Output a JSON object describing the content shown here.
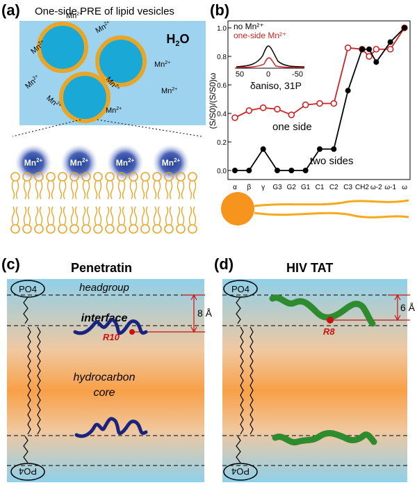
{
  "panel_a": {
    "label": "(a)",
    "title": "One-side PRE of lipid vesicles",
    "solvent": "H",
    "solvent_sub": "2",
    "solvent_tail": "O",
    "ion": "Mn",
    "ion_charge": "2+"
  },
  "panel_b": {
    "label": "(b)",
    "inset_legend": [
      "no Mn²⁺",
      "one-side Mn²⁺"
    ],
    "inset_xaxis": "δaniso, 31P",
    "inset_ticks": [
      "50",
      "0",
      "-50"
    ],
    "label_one_side": "one side",
    "label_two_sides": "two sides"
  },
  "chart_data": {
    "type": "line",
    "ylabel": "(S/S0)/(S/S0)ω",
    "ylim": [
      0,
      1.0
    ],
    "yticks": [
      "0.0",
      "0.2",
      "0.4",
      "0.6",
      "0.8",
      "1.0"
    ],
    "categories": [
      "α",
      "β",
      "γ",
      "G3",
      "G2",
      "G1",
      "C1",
      "C2",
      "C3",
      "CH2",
      "ω-2",
      "ω-1",
      "ω"
    ],
    "series": [
      {
        "name": "one side",
        "color": "#cc2222",
        "x": [
          0,
          1,
          2,
          3,
          4,
          5,
          6,
          7,
          8,
          9,
          9.5,
          10,
          11,
          12
        ],
        "values": [
          0.37,
          0.42,
          0.44,
          0.43,
          0.39,
          0.46,
          0.47,
          0.47,
          0.86,
          0.85,
          0.8,
          0.85,
          0.85,
          1.0
        ]
      },
      {
        "name": "two sides",
        "color": "#000000",
        "x": [
          0,
          1,
          2,
          3,
          4,
          5,
          6,
          7,
          8,
          9,
          9.5,
          10,
          11,
          12
        ],
        "values": [
          0.0,
          0.0,
          0.15,
          0.0,
          0.0,
          0.0,
          0.15,
          0.15,
          0.56,
          0.85,
          0.85,
          0.76,
          0.9,
          1.0
        ]
      }
    ]
  },
  "panel_c": {
    "label": "(c)",
    "title": "Penetratin",
    "headgroup": "headgroup",
    "interface": "interface",
    "core1": "hydrocarbon",
    "core2": "core",
    "distance": "8 Å",
    "residue": "R10",
    "phosphate": "PO4"
  },
  "panel_d": {
    "label": "(d)",
    "title": "HIV TAT",
    "distance": "6 Å",
    "residue": "R8",
    "phosphate": "PO4"
  },
  "colors": {
    "water": "#9dd3ee",
    "vesicle": "#1aa8d6",
    "lipid": "#e8a628",
    "penetratin": "#1a237e",
    "tat": "#2e8b2e",
    "core_orange": "#f8a048",
    "red": "#cc1111"
  }
}
